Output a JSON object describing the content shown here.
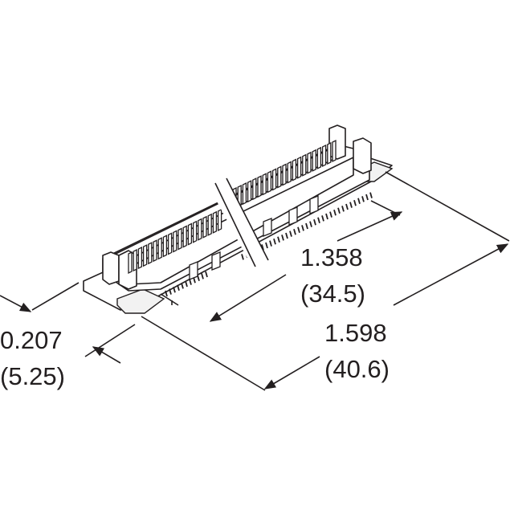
{
  "dimensions": {
    "mating_length": {
      "inch": "1.358",
      "mm": "(34.5)"
    },
    "overall_length": {
      "inch": "1.598",
      "mm": "(40.6)"
    },
    "width": {
      "inch": "0.207",
      "mm": "(5.25)"
    }
  },
  "colors": {
    "ink": "#231f20",
    "background": "#ffffff"
  }
}
